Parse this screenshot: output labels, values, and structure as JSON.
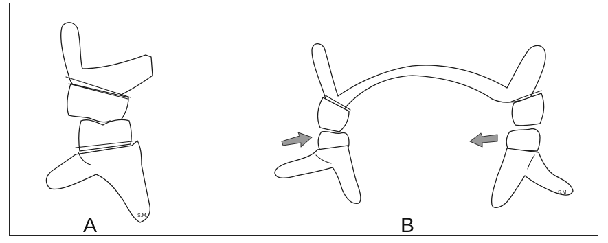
{
  "panels": [
    {
      "label": "A"
    },
    {
      "label": "B"
    }
  ],
  "signature": "S.M.",
  "colors": {
    "line": "#1a1a1a",
    "arrow_fill": "#9a9a9a",
    "background": "#ffffff"
  }
}
